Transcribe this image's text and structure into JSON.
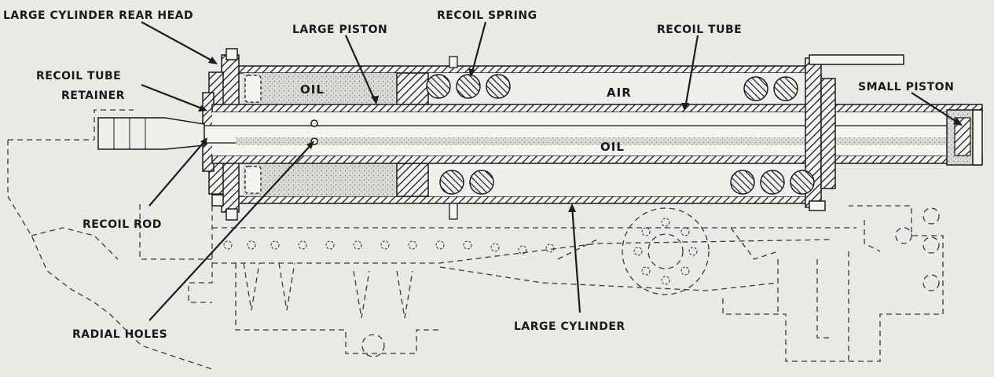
{
  "diagram": {
    "labels": {
      "large_cylinder_rear_head": "LARGE CYLINDER REAR HEAD",
      "large_piston": "LARGE PISTON",
      "recoil_spring": "RECOIL SPRING",
      "recoil_tube": "RECOIL TUBE",
      "recoil_tube_retainer_line1": "RECOIL TUBE",
      "recoil_tube_retainer_line2": "RETAINER",
      "small_piston": "SMALL PISTON",
      "recoil_rod": "RECOIL ROD",
      "radial_holes": "RADIAL HOLES",
      "large_cylinder": "LARGE CYLINDER"
    },
    "regions": {
      "oil_upper": "OIL",
      "air": "AIR",
      "oil_tube": "OIL"
    }
  }
}
